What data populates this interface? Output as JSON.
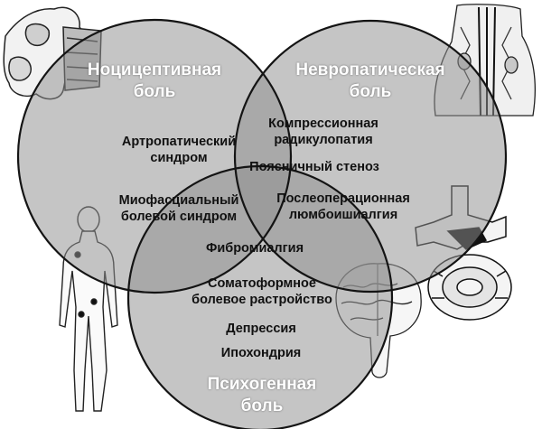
{
  "colors": {
    "circle_fill": "#8f8f8f",
    "circle_stroke": "#141414",
    "title_text": "#ffffff",
    "body_text": "#111111"
  },
  "circles": {
    "nociceptive": {
      "title": [
        "Ноцицептивная",
        "боль"
      ],
      "items": [
        [
          "Артропатический",
          "синдром"
        ],
        [
          "Миофасциальный",
          "болевой синдром"
        ]
      ]
    },
    "neuropathic": {
      "title": [
        "Невропатическая",
        "боль"
      ]
    },
    "psychogenic": {
      "title": [
        "Психогенная",
        "боль"
      ],
      "items": [
        [
          "Соматоформное",
          "болевое растройство"
        ],
        [
          "Депрессия"
        ],
        [
          "Ипохондрия"
        ]
      ]
    }
  },
  "overlaps": {
    "nociceptive_neuropathic": [
      [
        "Компрессионная",
        "радикулопатия"
      ],
      [
        "Поясничный стеноз"
      ]
    ],
    "neuropathic_psychogenic": [
      [
        "Послеоперационная",
        "люмбоишиалгия"
      ]
    ],
    "all_three": [
      [
        "Фибромиалгия"
      ]
    ]
  },
  "illustrations": [
    "spine-segment-icon",
    "spinal-cord-icon",
    "human-body-figure-icon",
    "vertebra-cross-section-icon",
    "brain-icon"
  ]
}
